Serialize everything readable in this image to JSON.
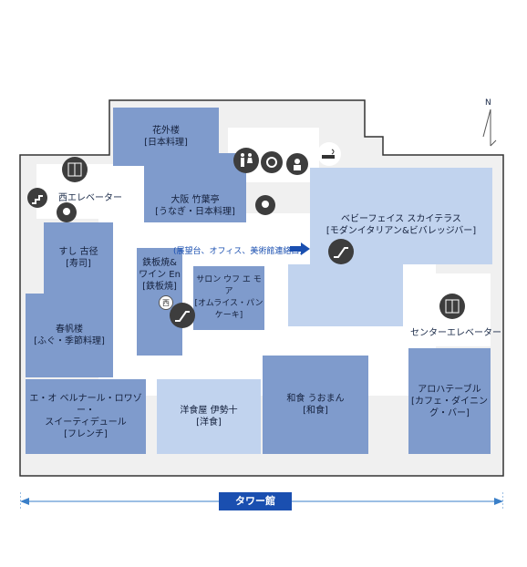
{
  "compass": {
    "label": "N"
  },
  "shops": {
    "kagairo": "花外楼\n[日本料理]",
    "takeyo": "大阪 竹葉亭\n[うなぎ・日本料理]",
    "sushi": "すし 古径\n[寿司]",
    "teppan": "鉄板焼&\nワイン En\n[鉄板焼]",
    "salon": "サロン ウフ エ モア\n[オムライス・パンケーキ]",
    "shunpanro": "春帆楼\n[ふぐ・季節料理]",
    "bernard": "エ・オ ベルナール・ロワゾー・\nスイーティデュール\n[フレンチ]",
    "isejuu": "洋食屋 伊勢十\n[洋食]",
    "uomann": "和食 うおまん\n[和食]",
    "aloha": "アロハテーブル\n[カフェ・ダイニング・バー]",
    "babyface": "ベビーフェイス スカイテラス\n[モダンイタリアン&ビバレッジバー]"
  },
  "labels": {
    "west_elevator": "西エレベーター",
    "center_elevator": "センターエレベーター",
    "connection": "(展望台、オフィス、美術館連絡口)",
    "west_marker": "西",
    "tower": "タワー館"
  },
  "icons": [
    "elevator-icon",
    "escalator-icon",
    "restroom-icon",
    "accessible-icon",
    "nursing-icon",
    "smoking-icon",
    "stairs-icon"
  ]
}
